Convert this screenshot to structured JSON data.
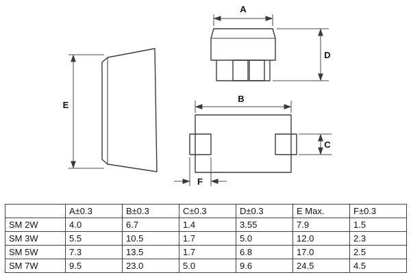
{
  "diagram": {
    "labels": {
      "A": "A",
      "B": "B",
      "C": "C",
      "D": "D",
      "E": "E",
      "F": "F"
    }
  },
  "table": {
    "headers": [
      "",
      "A±0.3",
      "B±0.3",
      "C±0.3",
      "D±0.3",
      "E Max.",
      "F±0.3"
    ],
    "rows": [
      {
        "name": "SM 2W",
        "values": [
          "4.0",
          "6.7",
          "1.4",
          "3.55",
          "7.9",
          "1.5"
        ]
      },
      {
        "name": "SM 3W",
        "values": [
          "5.5",
          "10.5",
          "1.7",
          "5.0",
          "12.0",
          "2.3"
        ]
      },
      {
        "name": "SM 5W",
        "values": [
          "7.3",
          "13.5",
          "1.7",
          "6.8",
          "17.0",
          "2.5"
        ]
      },
      {
        "name": "SM 7W",
        "values": [
          "9.5",
          "23.0",
          "5.0",
          "9.6",
          "24.5",
          "4.5"
        ]
      }
    ]
  }
}
